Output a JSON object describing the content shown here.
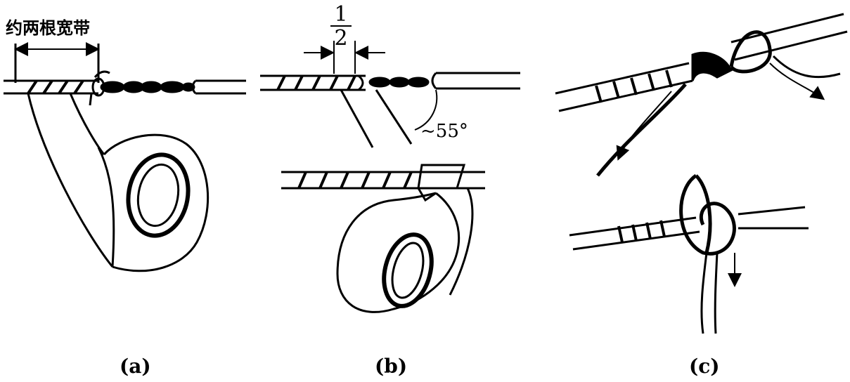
{
  "panel_a": {
    "label_top": "约两根宽带",
    "caption": "(a)"
  },
  "panel_b": {
    "fraction_numerator": "1",
    "fraction_denominator": "2",
    "angle_label": "~55°",
    "caption": "(b)"
  },
  "panel_c": {
    "caption": "(c)"
  },
  "colors": {
    "ink": "#000000",
    "paper": "#ffffff"
  }
}
